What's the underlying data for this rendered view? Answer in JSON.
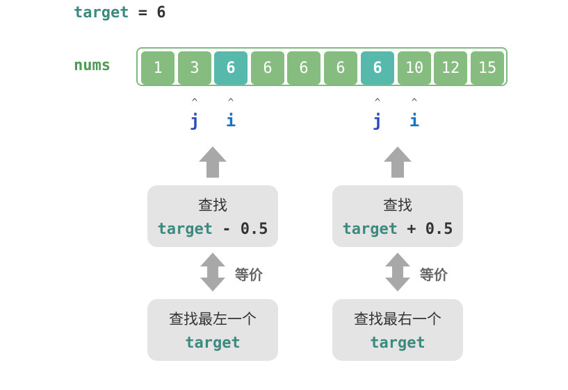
{
  "header": {
    "target_name": "target",
    "equals": " = ",
    "target_value": "6"
  },
  "array": {
    "label": "nums",
    "values": [
      "1",
      "3",
      "6",
      "6",
      "6",
      "6",
      "6",
      "10",
      "12",
      "15"
    ]
  },
  "pointers": {
    "left": {
      "caret": "^",
      "j": "j",
      "i": "i"
    },
    "right": {
      "caret": "^",
      "j": "j",
      "i": "i"
    }
  },
  "left_panel": {
    "search_title": "查找",
    "search_expr_name": "target",
    "search_expr_op": " - 0.5",
    "equiv_label": "等价",
    "result_title": "查找最左一个",
    "result_name": "target"
  },
  "right_panel": {
    "search_title": "查找",
    "search_expr_name": "target",
    "search_expr_op": " + 0.5",
    "equiv_label": "等价",
    "result_title": "查找最右一个",
    "result_name": "target"
  },
  "colors": {
    "cell": "#86bc7f",
    "cell_highlight": "#56b9ac",
    "keyword": "#3a8a80",
    "pointer_j": "#2f47c0",
    "pointer_i": "#1a72c2",
    "arrow": "#a8a8a8",
    "box": "#e4e4e4"
  }
}
